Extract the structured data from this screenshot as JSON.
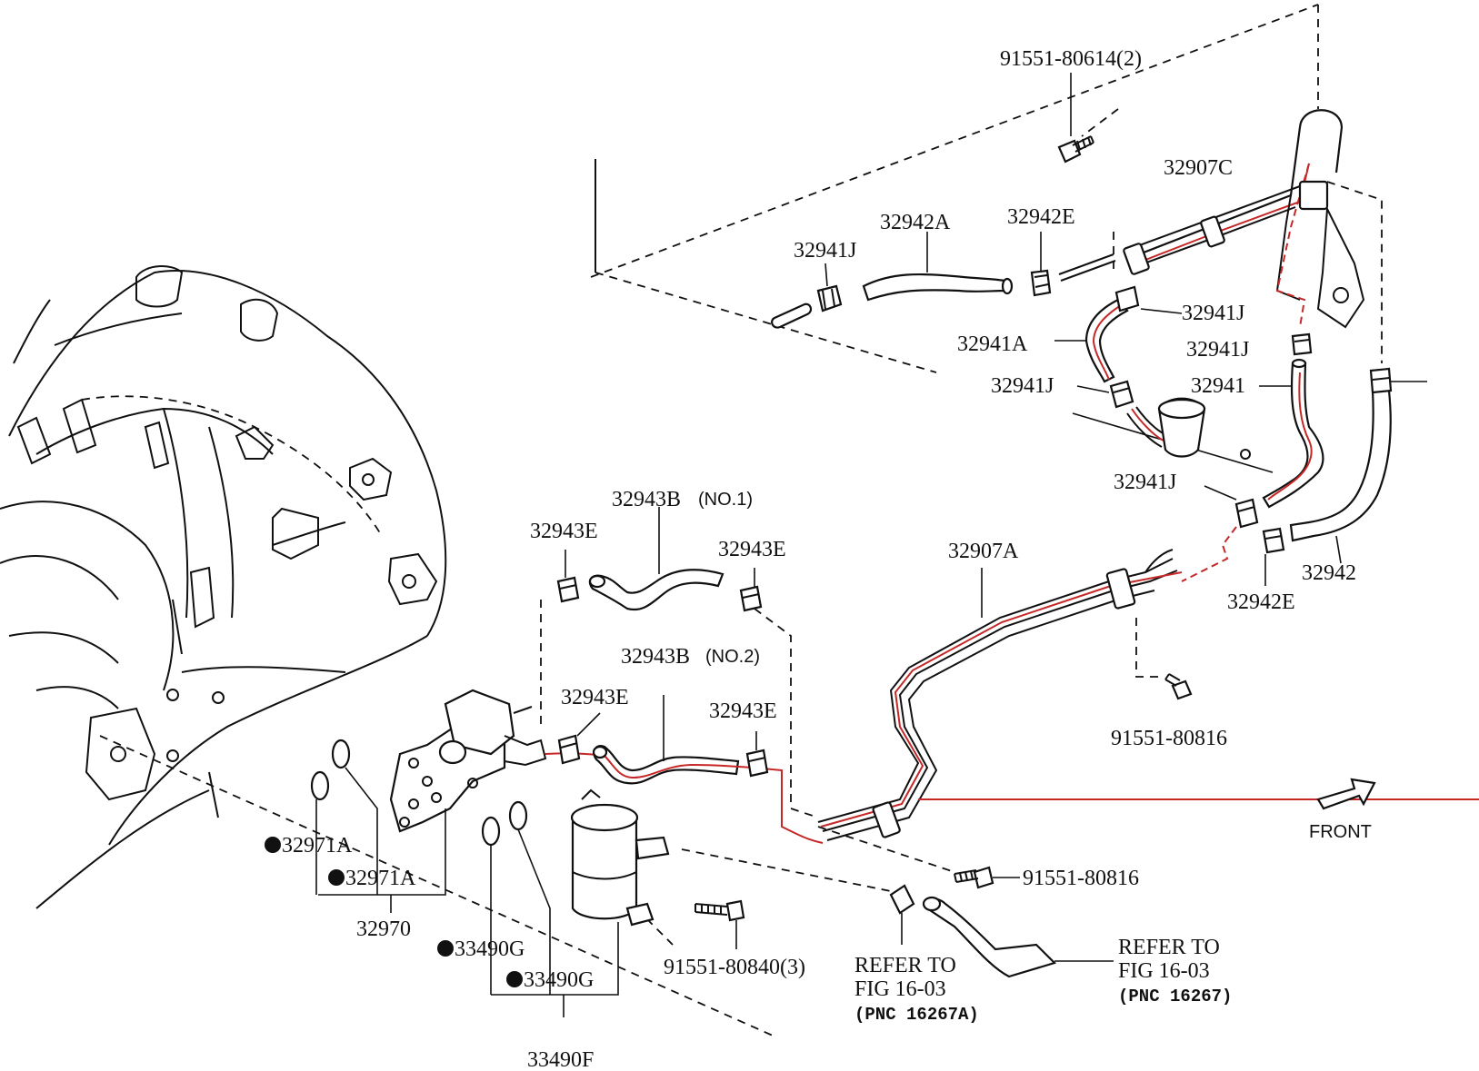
{
  "labels": {
    "bolt_top": "91551-80614(2)",
    "tube_32907C": "32907C",
    "hose_32942A": "32942A",
    "clip_32942E_top": "32942E",
    "clip_32941J_left": "32941J",
    "clip_32941J_mid": "32941J",
    "hose_32941A": "32941A",
    "clip_32941J_right": "32941J",
    "clip_32941J_lower": "32941J",
    "hose_32941": "32941",
    "clip_32941J_bottom": "32941J",
    "tube_32907A": "32907A",
    "hose_32942": "32942",
    "clip_32942E_bottom": "32942E",
    "bolt_right": "91551-80816",
    "hose_32943B_no1": "32943B",
    "no1_tag": "(NO.1)",
    "clip_32943E_a": "32943E",
    "clip_32943E_b": "32943E",
    "hose_32943B_no2": "32943B",
    "no2_tag": "(NO.2)",
    "clip_32943E_c": "32943E",
    "clip_32943E_d": "32943E",
    "front": "FRONT",
    "oring_32971A_a": "32971A",
    "oring_32971A_b": "32971A",
    "assy_32970": "32970",
    "oring_33490G_a": "33490G",
    "oring_33490G_b": "33490G",
    "assy_33490F": "33490F",
    "bolt_bottom": "91551-80840(3)",
    "bolt_mid": "91551-80816",
    "refer_a_line1": "REFER TO",
    "refer_a_line2": "FIG 16-03",
    "refer_a_pnc": "(PNC 16267A)",
    "refer_b_line1": "REFER TO",
    "refer_b_line2": "FIG 16-03",
    "refer_b_pnc": "(PNC 16267)"
  },
  "icons": {
    "front_arrow": "front-arrow-icon",
    "filled_dot": "filled-dot-marker"
  },
  "colors": {
    "line": "#111111",
    "highlight": "#c62828",
    "background": "#ffffff"
  }
}
